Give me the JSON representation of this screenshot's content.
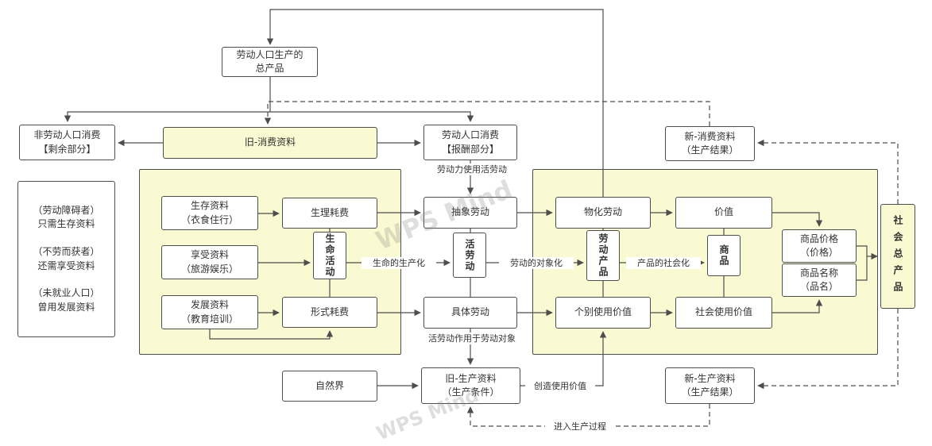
{
  "watermark": {
    "text": "WPS Mind"
  },
  "colors": {
    "highlight": "#fafad2",
    "border": "#4d4d4d",
    "line": "#4d4d4d"
  },
  "nodes": {
    "total_product": "劳动人口生产的\n总产品",
    "non_labor_consumption": "非劳动人口消费\n【剩余部分】",
    "old_consumption": "旧-消费资料",
    "labor_consumption": "劳动人口消费\n【报酬部分】",
    "new_consumption": "新-消费资料\n（生产结果）",
    "notes": "（劳动障碍者）\n只需生存资料\n\n（不劳而获者）\n还需享受资料\n\n（未就业人口）\n曾用发展资料",
    "survival_goods": "生存资料\n（衣食住行）",
    "enjoyment_goods": "享受资料\n（旅游娱乐）",
    "development_goods": "发展资料\n（教育培训）",
    "physiological_expenditure": "生理耗费",
    "life_activity": "生命活动",
    "form_expenditure": "形式耗费",
    "abstract_labor": "抽象劳动",
    "living_labor": "活劳动",
    "concrete_labor": "具体劳动",
    "materialized_labor": "物化劳动",
    "labor_product": "劳动产品",
    "individual_use_value": "个别使用价值",
    "value": "价值",
    "commodity": "商品",
    "social_use_value": "社会使用价值",
    "commodity_price": "商品价格\n（价格）",
    "commodity_name": "商品名称\n（品名）",
    "total_social_product": "社会总产品",
    "nature": "自然界",
    "old_production": "旧-生产资料\n（生产条件）",
    "new_production": "新-生产资料\n（生产结果）"
  },
  "edge_labels": {
    "labor_power_uses": "劳动力使用活劳动",
    "life_productionization": "生命的生产化",
    "labor_objectification": "劳动的对象化",
    "product_socialization": "产品的社会化",
    "living_labor_acts": "活劳动作用于劳动对象",
    "creates_use_value": "创造使用价值",
    "enter_production": "进入生产过程"
  }
}
